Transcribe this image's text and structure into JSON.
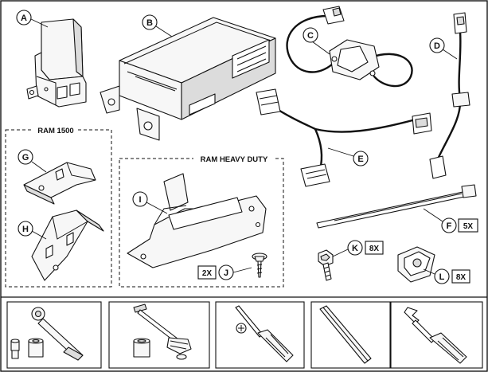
{
  "callouts": {
    "a": "A",
    "b": "B",
    "c": "C",
    "d": "D",
    "e": "E",
    "f": "F",
    "g": "G",
    "h": "H",
    "i": "I",
    "j": "J",
    "k": "K",
    "l": "L"
  },
  "groups": {
    "ram1500": "RAM 1500",
    "ram_heavy_duty": "RAM HEAVY DUTY"
  },
  "quantities": {
    "f": "5X",
    "j": "2X",
    "k": "8X",
    "l": "8X"
  },
  "tools": [
    "socket-wrench",
    "rivet-tool",
    "phillips-screwdriver",
    "trim-stick",
    "terminal-pick"
  ]
}
